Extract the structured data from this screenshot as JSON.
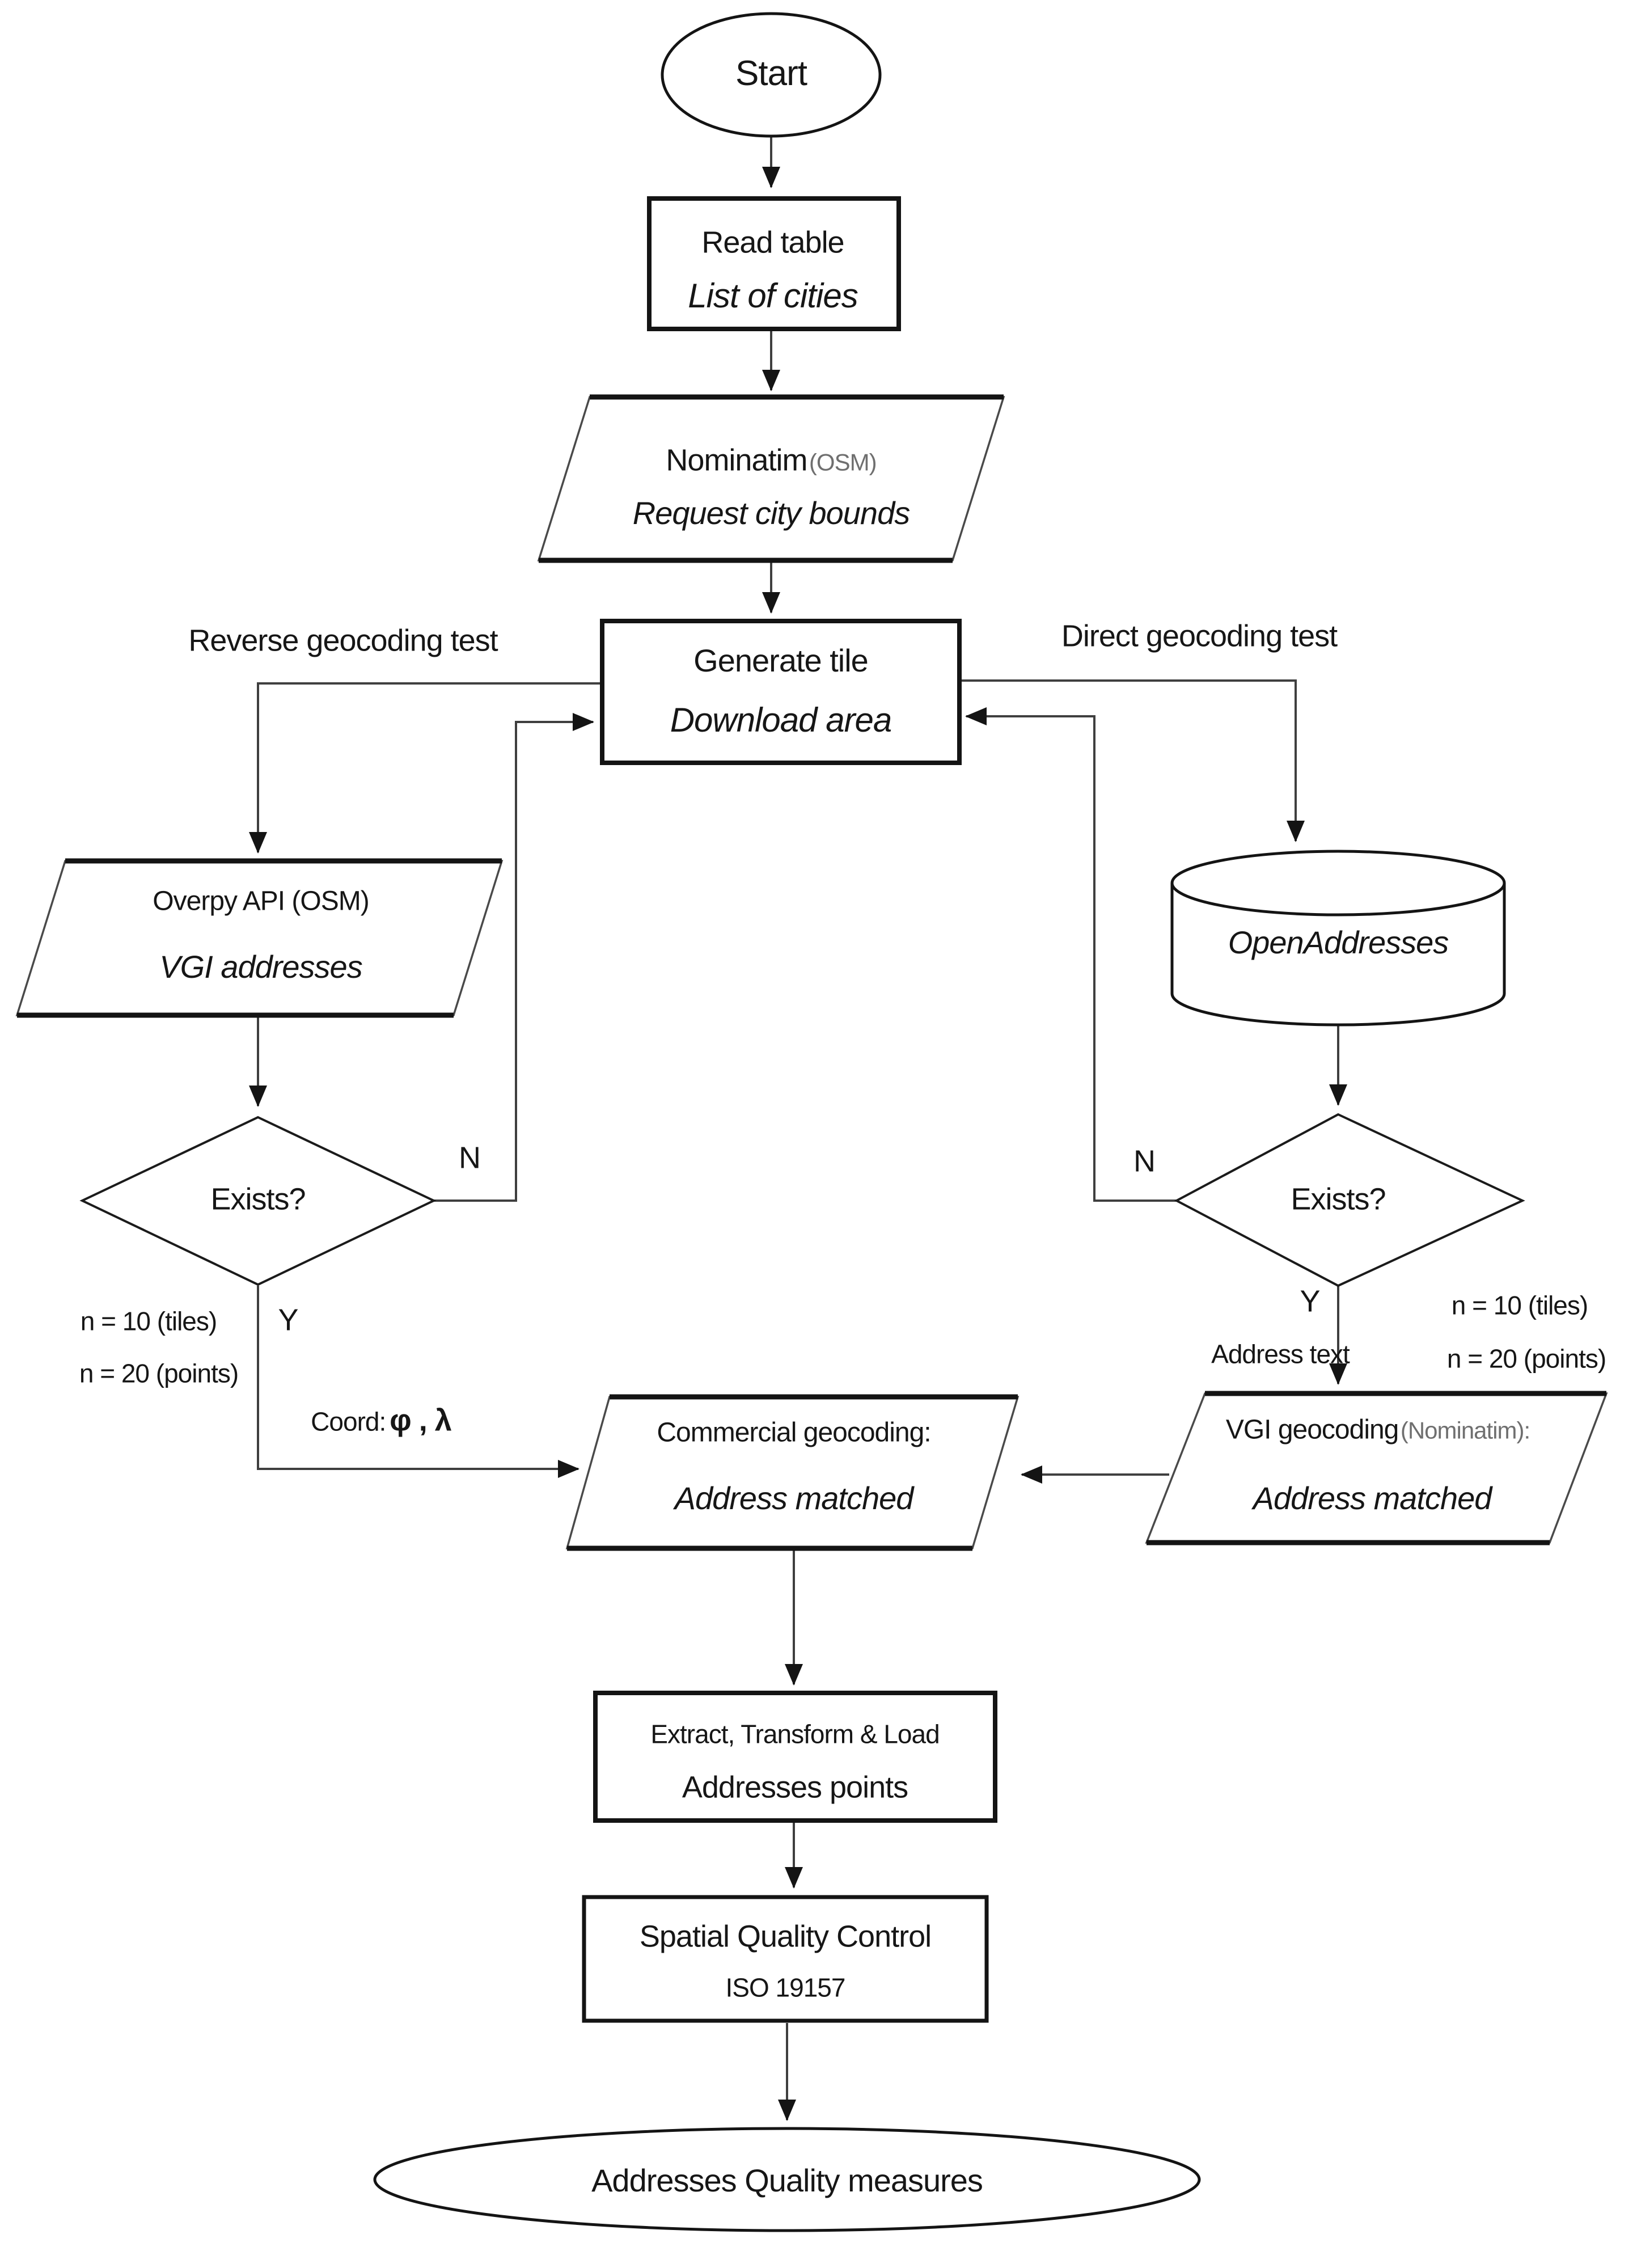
{
  "page": {
    "background": "#ffffff",
    "ink": "#141414",
    "line_color": "#3f3f3f",
    "muted": "#6f6f6f"
  },
  "nodes": {
    "start": {
      "label": "Start",
      "shape": "ellipse"
    },
    "read_table": {
      "title": "Read table",
      "subtitle": "List of cities",
      "shape": "rectangle"
    },
    "nominatim": {
      "title": "Nominatim",
      "title_paren": "(OSM)",
      "subtitle": "Request city bounds",
      "shape": "parallelogram"
    },
    "generate_tile": {
      "title": "Generate tile",
      "subtitle": "Download area",
      "shape": "rectangle"
    },
    "overpy": {
      "title": "Overpy API (OSM)",
      "subtitle": "VGI addresses",
      "shape": "parallelogram"
    },
    "openaddresses": {
      "label": "OpenAddresses",
      "shape": "cylinder"
    },
    "exists_left": {
      "label": "Exists?",
      "shape": "diamond"
    },
    "exists_right": {
      "label": "Exists?",
      "shape": "diamond"
    },
    "commercial": {
      "title": "Commercial geocoding:",
      "subtitle": "Address matched",
      "shape": "parallelogram"
    },
    "vgi": {
      "title": "VGI geocoding",
      "title_paren": "(Nominatim):",
      "subtitle": "Address matched",
      "shape": "parallelogram"
    },
    "etl": {
      "title": "Extract, Transform & Load",
      "subtitle": "Addresses points",
      "shape": "rectangle"
    },
    "quality": {
      "title": "Spatial Quality Control",
      "subtitle": "ISO 19157",
      "shape": "rectangle"
    },
    "end": {
      "label": "Addresses Quality measures",
      "shape": "ellipse"
    }
  },
  "labels": {
    "reverse_test": "Reverse geocoding test",
    "direct_test": "Direct geocoding test",
    "n_left": "N",
    "n_right": "N",
    "y_left": "Y",
    "y_right": "Y",
    "n10_left": "n = 10 (tiles)",
    "n20_left": "n = 20 (points)",
    "n10_right": "n = 10 (tiles)",
    "n20_right": "n = 20 (points)",
    "coord_prefix": "Coord:",
    "coord_symbols": "φ , λ",
    "address_text": "Address text"
  }
}
